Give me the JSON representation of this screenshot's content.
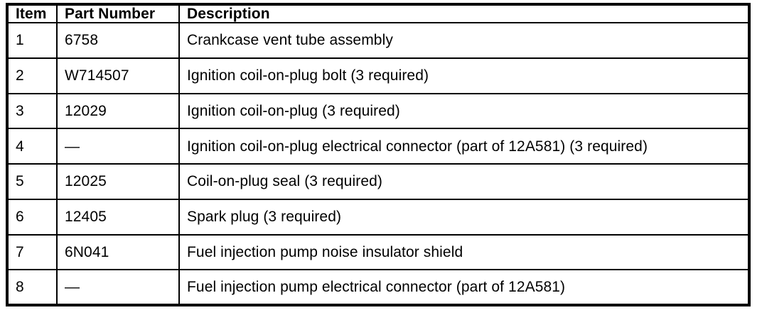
{
  "table": {
    "name": "engine-parts-legend-table",
    "columns": [
      {
        "key": "item",
        "label": "Item"
      },
      {
        "key": "part_number",
        "label": "Part Number"
      },
      {
        "key": "description",
        "label": "Description"
      }
    ],
    "rows": [
      {
        "item": "1",
        "part_number": "6758",
        "description": "Crankcase vent tube assembly"
      },
      {
        "item": "2",
        "part_number": "W714507",
        "description": "Ignition coil-on-plug bolt (3 required)"
      },
      {
        "item": "3",
        "part_number": "12029",
        "description": "Ignition coil-on-plug (3 required)"
      },
      {
        "item": "4",
        "part_number": "—",
        "description": "Ignition coil-on-plug electrical connector (part of 12A581) (3 required)"
      },
      {
        "item": "5",
        "part_number": "12025",
        "description": "Coil-on-plug seal (3 required)"
      },
      {
        "item": "6",
        "part_number": "12405",
        "description": "Spark plug (3 required)"
      },
      {
        "item": "7",
        "part_number": "6N041",
        "description": "Fuel injection pump noise insulator shield"
      },
      {
        "item": "8",
        "part_number": "—",
        "description": "Fuel injection pump electrical connector (part of 12A581)"
      }
    ]
  },
  "colors": {
    "text": "#000000",
    "background": "#ffffff",
    "border": "#000000"
  }
}
